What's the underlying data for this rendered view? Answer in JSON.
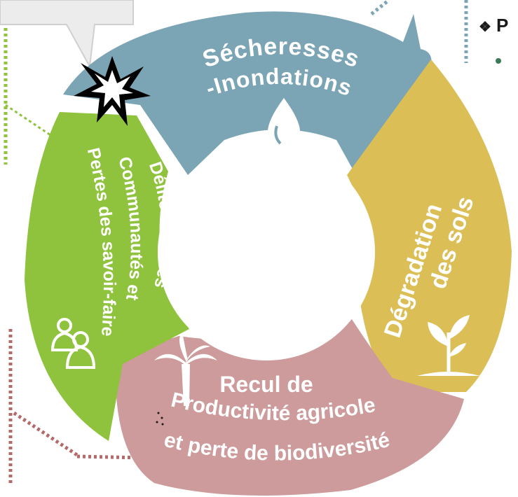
{
  "cycle": {
    "segments": [
      {
        "id": "secheresses",
        "lines": [
          "Sécheresses",
          "-Inondations"
        ],
        "icon": "water-drop-icon",
        "color": "#7BA4B4"
      },
      {
        "id": "degradation",
        "lines": [
          "Dégradation",
          "des sols"
        ],
        "icon": "sprout-icon",
        "color": "#DBBF56"
      },
      {
        "id": "recul",
        "lines": [
          "Recul de",
          "Productivité agricole",
          "et perte de biodiversité"
        ],
        "icon": "palm-tree-icon",
        "color": "#CD9B9C"
      },
      {
        "id": "delitement",
        "lines": [
          "Délitement des",
          "Communautés et",
          "Pertes des savoir-faire"
        ],
        "icon": "people-icon",
        "color": "#8FC33D"
      }
    ],
    "burst_icon": "explosion-icon",
    "callout": "callout-shape"
  },
  "corner_text": {
    "prefix": "❖",
    "text": "P"
  },
  "colors": {
    "dotted_teal": "#7BA4B4",
    "dotted_green": "#8FC33D",
    "dotted_rose": "#B36A6A",
    "bullet": "#3B7A57"
  }
}
